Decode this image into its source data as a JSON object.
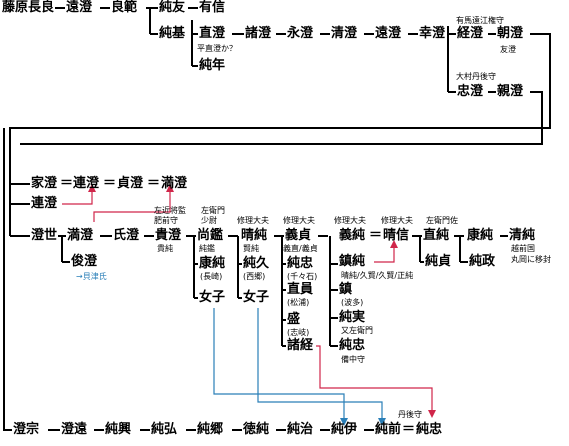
{
  "people": {
    "fujiwara_nagayoshi": "藤原長良",
    "toonori": "遠澄",
    "yoshinori": "良範",
    "sumitomo": "純友",
    "arinobu": "有信",
    "sumimoto": "純基",
    "naozumi": "直澄",
    "morozumi": "諸澄",
    "nagazumi": "永澄",
    "kiyozumi": "清澄",
    "tozumi2": "遠澄",
    "kozumi": "幸澄",
    "tsunezumi": "経澄",
    "tomozumi": "朝澄",
    "sumitoshi": "純年",
    "tadazumi": "忠澄",
    "chikazumi": "親澄",
    "iezumi": "家澄",
    "tsurazumi": "連澄",
    "sadazumi": "貞澄",
    "mitsuzumi": "満澄",
    "tsurazumi2": "連澄",
    "zumiyo": "澄世",
    "mitsuzumi2": "満澄",
    "ujizumi": "氏澄",
    "takazumi": "貴澄",
    "naoaki": "尚鑑",
    "harusumi": "晴純",
    "yoshisada": "義貞",
    "yoshizumi": "義純",
    "harunobu": "晴信",
    "naozumi2": "直純",
    "yasuzumi": "康純",
    "kiyozumi2": "清純",
    "toshizumi": "俊澄",
    "yasuzumi2": "康純",
    "sumihisa": "純久",
    "sumitada": "純忠",
    "shizumi": "鎮純",
    "sumisada": "純貞",
    "sumimasa": "純政",
    "joshi1": "女子",
    "joshi2": "女子",
    "naokazu": "直員",
    "shige": "鎮",
    "sumizane": "純実",
    "sakari": "盛",
    "sumitada2": "純忠",
    "morotsune": "諸経",
    "sumimune": "澄宗",
    "sumito": "澄遠",
    "sumioki": "純興",
    "sumihiro": "純弘",
    "sumisato": "純郷",
    "noriyasu": "徳純",
    "sumiharu": "純治",
    "sumikore": "純伊",
    "sumisaki": "純前",
    "sumitada3": "純忠"
  },
  "notes": {
    "arima_kazusa": "有馬遠江権守",
    "hira_naozumi": "平直澄か？",
    "tomozumi_adopt": "友澄",
    "omura_tango": "大村丹後守",
    "sakon_shogen": "左近将監",
    "hizen_kami": "肥前守",
    "sa_emon": "左衛門",
    "shoi": "少尉",
    "shuri_1": "修理大夫",
    "shuri_2": "修理大夫",
    "shuri_3": "修理大夫",
    "shuri_4": "修理大夫",
    "sa_emon_suke": "左衛門佐",
    "takazumi_sub": "貴純",
    "naoaki_sub": "純鑑",
    "harusumi_sub": "賢純",
    "yoshisada_sub": "義直/義貞",
    "yasu_nagasaki": "(長崎)",
    "sumihisa_saigo": "(西郷)",
    "sumitada_chijiwa": "(千々石)",
    "naokazu_matsuura": "(松浦)",
    "sakari_shiki": "(志岐)",
    "shige_hata": "(波多)",
    "mata_saemon": "又左衛門",
    "bitchu_kami": "備中守",
    "shizumi_aliases": "晴純/久賢/久賢/正純",
    "echizen": "越前国",
    "maruoka": "丸岡に移封",
    "kaizu": "→貝津氏",
    "tango_kami": "丹後守"
  },
  "links": [
    "＝",
    "＝",
    "＝"
  ]
}
